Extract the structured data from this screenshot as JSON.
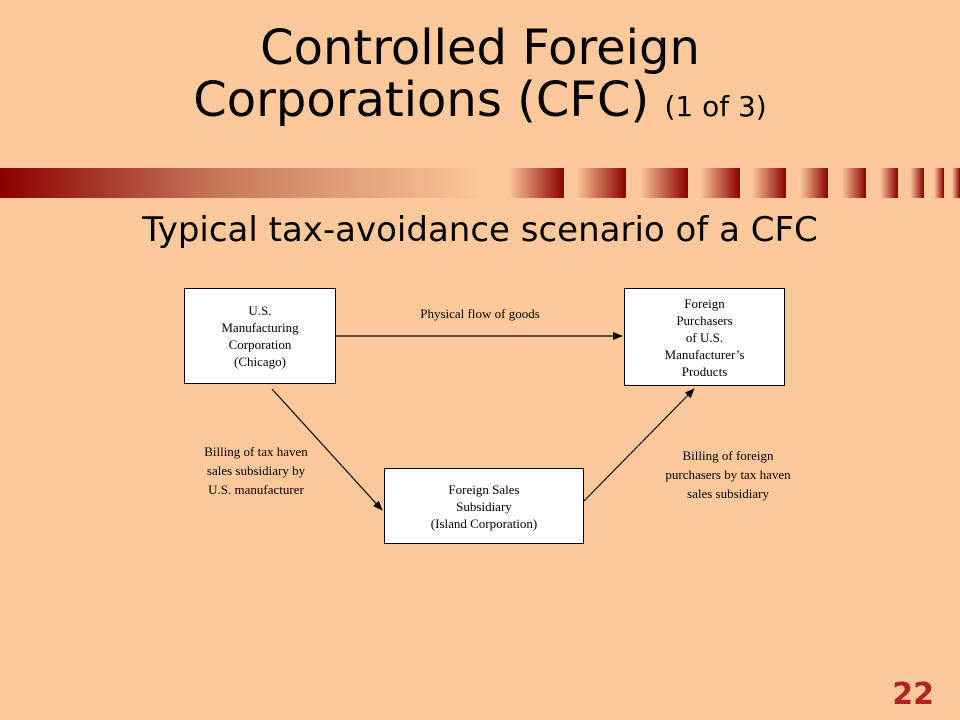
{
  "slide": {
    "title_line1": "Controlled Foreign",
    "title_line2": "Corporations (CFC)",
    "title_part": "(1 of 3)",
    "subtitle": "Typical tax-avoidance scenario of a CFC",
    "page_number": "22"
  },
  "diagram": {
    "us_corp": "U.S.\nManufacturing\nCorporation\n(Chicago)",
    "foreign_purchasers": "Foreign\nPurchasers\nof U.S.\nManufacturer’s\nProducts",
    "foreign_sub": "Foreign Sales\nSubsidiary\n(Island Corporation)",
    "flow_goods": "Physical flow of goods",
    "billing_left": "Billing of tax haven\nsales subsidiary by\nU.S. manufacturer",
    "billing_right": "Billing of foreign\npurchasers by tax haven\nsales subsidiary"
  },
  "colors": {
    "background": "#fdc99b",
    "bar_dark": "#8b0000",
    "page_number": "#b22222"
  }
}
